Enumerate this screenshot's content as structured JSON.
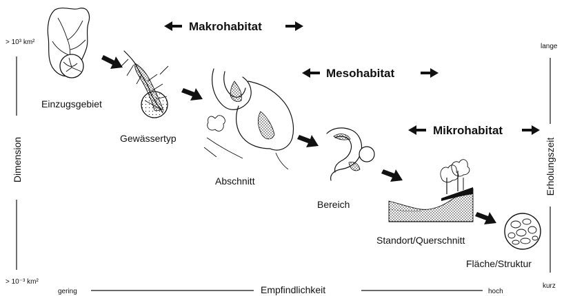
{
  "habitats": {
    "makro": "Makrohabitat",
    "meso": "Mesohabitat",
    "mikro": "Mikrohabitat"
  },
  "stages": {
    "einzugsgebiet": "Einzugsgebiet",
    "gewaessertyp": "Gewässertyp",
    "abschnitt": "Abschnitt",
    "bereich": "Bereich",
    "standort": "Standort/Querschnitt",
    "flaeche": "Fläche/Struktur"
  },
  "axes": {
    "left": {
      "title": "Dimension",
      "top": "> 10³ km²",
      "bottom": "> 10⁻³ km²"
    },
    "right": {
      "title": "Erholungszeit",
      "top": "lange",
      "bottom": "kurz"
    },
    "bottom": {
      "title": "Empfindlichkeit",
      "left": "gering",
      "right": "hoch"
    }
  }
}
